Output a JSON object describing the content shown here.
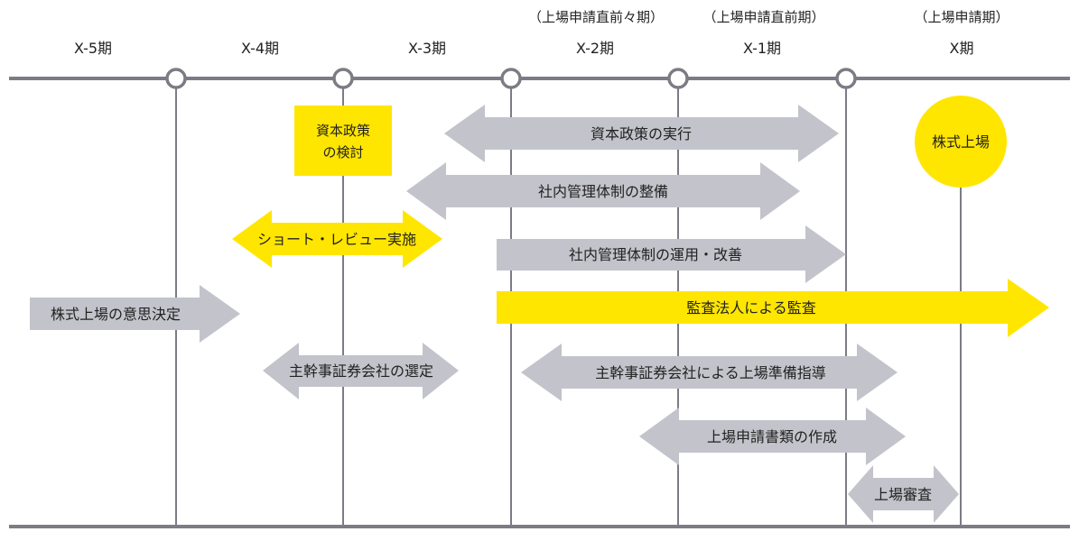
{
  "colors": {
    "line": "#7d7b84",
    "gray": "#c3c3cb",
    "yellow": "#ffe600",
    "text": "#222222"
  },
  "periods": [
    {
      "label": "X-5期",
      "sublabel": ""
    },
    {
      "label": "X-4期",
      "sublabel": ""
    },
    {
      "label": "X-3期",
      "sublabel": ""
    },
    {
      "label": "X-2期",
      "sublabel": "（上場申請直前々期）"
    },
    {
      "label": "X-1期",
      "sublabel": "（上場申請直前期）"
    },
    {
      "label": "X期",
      "sublabel": "（上場申請期）"
    }
  ],
  "boxes": [
    {
      "lines": [
        "資本政策",
        "の検討"
      ],
      "color": "yellow"
    },
    {
      "lines": [
        "株式上場"
      ],
      "color": "yellow",
      "shape": "circle"
    }
  ],
  "arrows": [
    {
      "label": "資本政策の実行",
      "color": "gray"
    },
    {
      "label": "社内管理体制の整備",
      "color": "gray"
    },
    {
      "label": "ショート・レビュー実施",
      "color": "yellow"
    },
    {
      "label": "社内管理体制の運用・改善",
      "color": "gray"
    },
    {
      "label": "株式上場の意思決定",
      "color": "gray"
    },
    {
      "label": "監査法人による監査",
      "color": "yellow"
    },
    {
      "label": "主幹事証券会社の選定",
      "color": "gray"
    },
    {
      "label": "主幹事証券会社による上場準備指導",
      "color": "gray"
    },
    {
      "label": "上場申請書類の作成",
      "color": "gray"
    },
    {
      "label": "上場審査",
      "color": "gray"
    }
  ]
}
